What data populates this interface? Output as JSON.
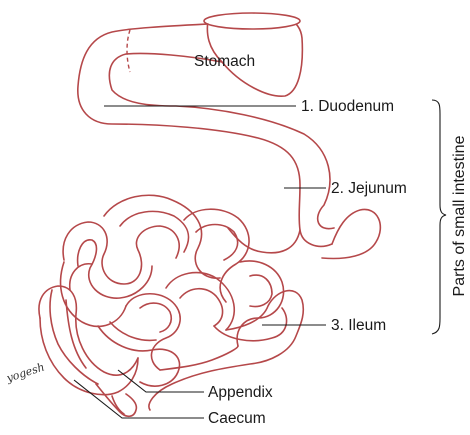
{
  "diagram": {
    "labels": {
      "stomach": "Stomach",
      "duodenum": "1. Duodenum",
      "jejunum": "2. Jejunum",
      "ileum": "3. Ileum",
      "appendix": "Appendix",
      "caecum": "Caecum"
    },
    "group_label": "Parts of small intestine",
    "signature": "yogesh",
    "colors": {
      "organ_outline": "#b5484a",
      "text": "#1a1a1a"
    }
  }
}
